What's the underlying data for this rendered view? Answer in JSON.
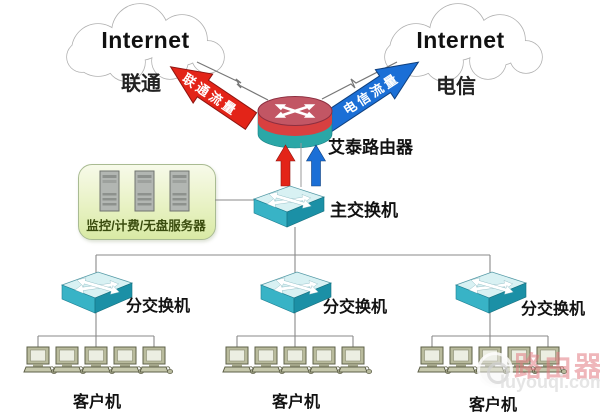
{
  "clouds": {
    "left": {
      "title": "Internet",
      "carrier": "联通"
    },
    "right": {
      "title": "Internet",
      "carrier": "电信"
    }
  },
  "traffic_flows": {
    "unicom": {
      "label": "联通流量",
      "color": "#e32418",
      "direction": "up-left"
    },
    "telecom": {
      "label": "电信流量",
      "color": "#1b6fd6",
      "direction": "up-right"
    }
  },
  "router": {
    "label": "艾泰路由器"
  },
  "server_group": {
    "label": "监控/计费/无盘服务器",
    "server_count": 3
  },
  "main_switch": {
    "label": "主交换机"
  },
  "sub_switches": [
    {
      "label": "分交换机"
    },
    {
      "label": "分交换机"
    },
    {
      "label": "分交换机"
    }
  ],
  "client_groups": [
    {
      "label": "客户机",
      "computer_count": 5
    },
    {
      "label": "客户机",
      "computer_count": 5
    },
    {
      "label": "客户机",
      "computer_count": 5
    }
  ],
  "watermark": {
    "brand": "路由器",
    "domain": "luyouqi.com"
  },
  "colors": {
    "switch_top": "#d8f1f3",
    "switch_front": "#38b3c6",
    "switch_side": "#1b90a6",
    "router_top": "#c25664",
    "router_band_red": "#d84040",
    "router_band_teal": "#2aa7a7",
    "flow_red": "#e32418",
    "flow_blue": "#1b6fd6",
    "server_box_fill": "#e8f2c4",
    "server_label_color": "#3a4c0e",
    "line_gray": "#8a8a8a",
    "cloud_outline": "#b0b0b0"
  }
}
